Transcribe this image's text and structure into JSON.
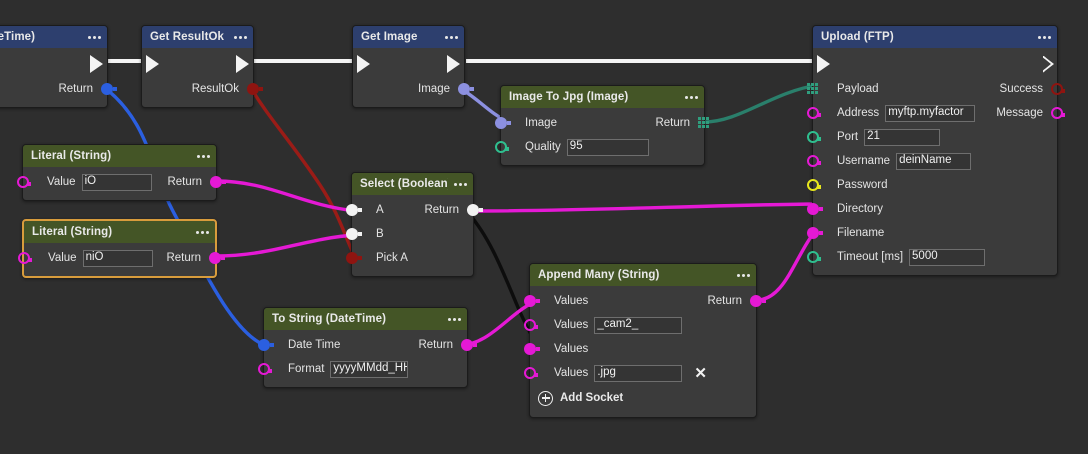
{
  "canvas": {
    "background": "#2e2e2e"
  },
  "colors": {
    "header_blue": "#2d3f6e",
    "header_green": "#445526",
    "node_body": "#3b3b3b",
    "selection": "#d89c3c",
    "magenta": "#e519d5",
    "green": "#2fbf8f",
    "yellow": "#e8e81d",
    "blue": "#2b5fe0",
    "lavender": "#8c90e0",
    "dark_red": "#8f1410",
    "teal": "#2f9e7e",
    "white_port": "#f2f2f2",
    "black_wire": "#0d0d0d"
  },
  "nodes": {
    "now_datetime": {
      "title": "Now (DateTime)",
      "menu_icon": "ellipsis-icon",
      "return_label": "Return"
    },
    "get_resultok": {
      "title": "Get ResultOk",
      "menu_icon": "ellipsis-icon",
      "output_label": "ResultOk"
    },
    "get_image": {
      "title": "Get Image",
      "menu_icon": "ellipsis-icon",
      "output_label": "Image"
    },
    "image_to_jpg": {
      "title": "Image To Jpg (Image)",
      "menu_icon": "ellipsis-icon",
      "image_label": "Image",
      "return_label": "Return",
      "quality_label": "Quality",
      "quality_value": "95"
    },
    "literal_io": {
      "title": "Literal (String)",
      "menu_icon": "ellipsis-icon",
      "value_label": "Value",
      "value": "iO",
      "return_label": "Return"
    },
    "literal_nio": {
      "title": "Literal (String)",
      "menu_icon": "ellipsis-icon",
      "value_label": "Value",
      "value": "niO",
      "return_label": "Return",
      "selected": true
    },
    "select_boolean": {
      "title": "Select (Boolean)",
      "menu_icon": "ellipsis-icon",
      "a_label": "A",
      "b_label": "B",
      "pick_a_label": "Pick A",
      "return_label": "Return"
    },
    "to_string_datetime": {
      "title": "To String (DateTime)",
      "menu_icon": "ellipsis-icon",
      "datetime_label": "Date Time",
      "return_label": "Return",
      "format_label": "Format",
      "format_value": "yyyyMMdd_HH"
    },
    "append_many": {
      "title": "Append Many (String)",
      "menu_icon": "ellipsis-icon",
      "return_label": "Return",
      "values": [
        {
          "label": "Values",
          "value": null,
          "connected": true
        },
        {
          "label": "Values",
          "value": "_cam2_",
          "connected": false
        },
        {
          "label": "Values",
          "value": null,
          "connected": true
        },
        {
          "label": "Values",
          "value": ".jpg",
          "connected": false,
          "remove_icon": "close-x-icon"
        }
      ],
      "add_socket_label": "Add Socket",
      "add_socket_icon": "plus-circle-icon"
    },
    "upload_ftp": {
      "title": "Upload (FTP)",
      "menu_icon": "ellipsis-icon",
      "payload_label": "Payload",
      "success_label": "Success",
      "message_label": "Message",
      "address_label": "Address",
      "address_value": "myftp.myfactor",
      "port_label": "Port",
      "port_value": "21",
      "username_label": "Username",
      "username_value": "deinName",
      "password_label": "Password",
      "directory_label": "Directory",
      "filename_label": "Filename",
      "timeout_label": "Timeout [ms]",
      "timeout_value": "5000"
    }
  }
}
